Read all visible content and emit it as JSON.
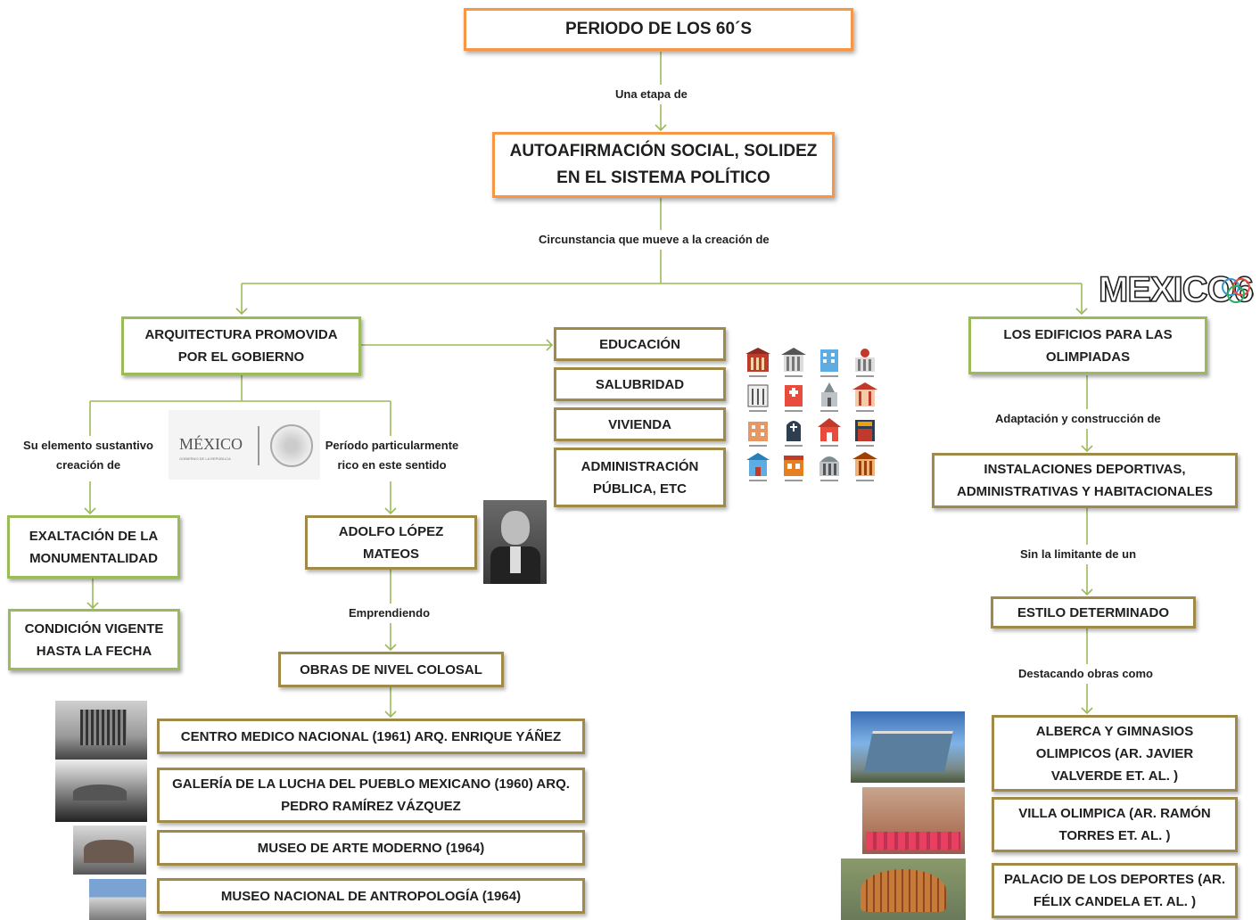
{
  "title": "PERIODO DE LOS 60´S",
  "connector_1": "Una etapa de",
  "node_autoafirmacion": "AUTOAFIRMACIÓN SOCIAL, SOLIDEZ EN EL SISTEMA POLÍTICO",
  "connector_2": "Circunstancia  que mueve a la creación de",
  "left": {
    "heading": "ARQUITECTURA PROMOVIDA POR EL GOBIERNO",
    "branch_a_label": "Su elemento sustantivo creación de",
    "branch_b_label": "Período particularmente rico en este sentido",
    "exaltacion": "EXALTACIÓN DE LA MONUMENTALIDAD",
    "condicion": "CONDICIÓN VIGENTE HASTA LA FECHA",
    "adolfo": "ADOLFO LÓPEZ MATEOS",
    "emprendiendo": "Emprendiendo",
    "obras": "OBRAS DE NIVEL COLOSAL",
    "works": [
      "CENTRO MEDICO NACIONAL (1961) ARQ. ENRIQUE YÁÑEZ",
      "GALERÍA DE LA LUCHA DEL PUEBLO MEXICANO  (1960) ARQ. PEDRO RAMÍREZ VÁZQUEZ",
      "MUSEO DE ARTE MODERNO  (1964)",
      "MUSEO NACIONAL DE ANTROPOLOGÍA  (1964)"
    ],
    "logo_mexico": "MÉXICO",
    "logo_sub": "GOBIERNO DE LA REPÚBLICA"
  },
  "center": {
    "items": [
      "EDUCACIÓN",
      "SALUBRIDAD",
      "VIVIENDA",
      "ADMINISTRACIÓN PÚBLICA, ETC"
    ]
  },
  "right": {
    "heading": "LOS EDIFICIOS PARA LAS OLIMPIADAS",
    "logo": "MEXICO68",
    "adaptacion": "Adaptación y construcción de",
    "instalaciones": "INSTALACIONES DEPORTIVAS, ADMINISTRATIVAS Y HABITACIONALES",
    "sin_limitante": "Sin la limitante de un",
    "estilo": "ESTILO DETERMINADO",
    "destacando": "Destacando obras como",
    "works": [
      "ALBERCA Y GIMNASIOS OLIMPICOS (AR. JAVIER VALVERDE ET. AL. )",
      "VILLA OLIMPICA (AR. RAMÓN TORRES ET. AL. )",
      "PALACIO DE LOS DEPORTES (AR. FÉLIX CANDELA ET. AL. )"
    ]
  },
  "colors": {
    "green": "#9bbb59",
    "orange": "#f79646",
    "tan": "#a08a4a"
  }
}
